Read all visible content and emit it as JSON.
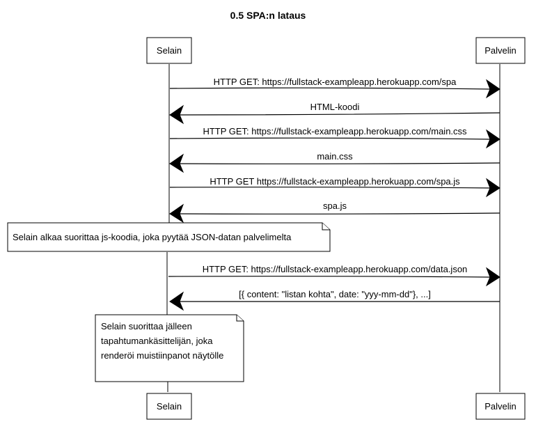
{
  "diagram": {
    "title": "0.5 SPA:n lataus",
    "participants": {
      "left": "Selain",
      "right": "Palvelin"
    },
    "messages": [
      {
        "text": "HTTP GET: https://fullstack-exampleapp.herokuapp.com/spa",
        "direction": "right"
      },
      {
        "text": "HTML-koodi",
        "direction": "left"
      },
      {
        "text": "HTTP GET: https://fullstack-exampleapp.herokuapp.com/main.css",
        "direction": "right"
      },
      {
        "text": "main.css",
        "direction": "left"
      },
      {
        "text": "HTTP GET https://fullstack-exampleapp.herokuapp.com/spa.js",
        "direction": "right"
      },
      {
        "text": "spa.js",
        "direction": "left"
      },
      {
        "text": "HTTP GET: https://fullstack-exampleapp.herokuapp.com/data.json",
        "direction": "right"
      },
      {
        "text": "[{ content: \"listan kohta\", date: \"yyy-mm-dd\"}, ...]",
        "direction": "left"
      }
    ],
    "notes": [
      {
        "lines": [
          "Selain alkaa suorittaa js-koodia, joka pyytää JSON-datan palvelimelta"
        ]
      },
      {
        "lines": [
          "Selain suorittaa jälleen",
          "tapahtumankäsittelijän, joka",
          "renderöi muistiinpanot näytölle"
        ]
      }
    ]
  }
}
